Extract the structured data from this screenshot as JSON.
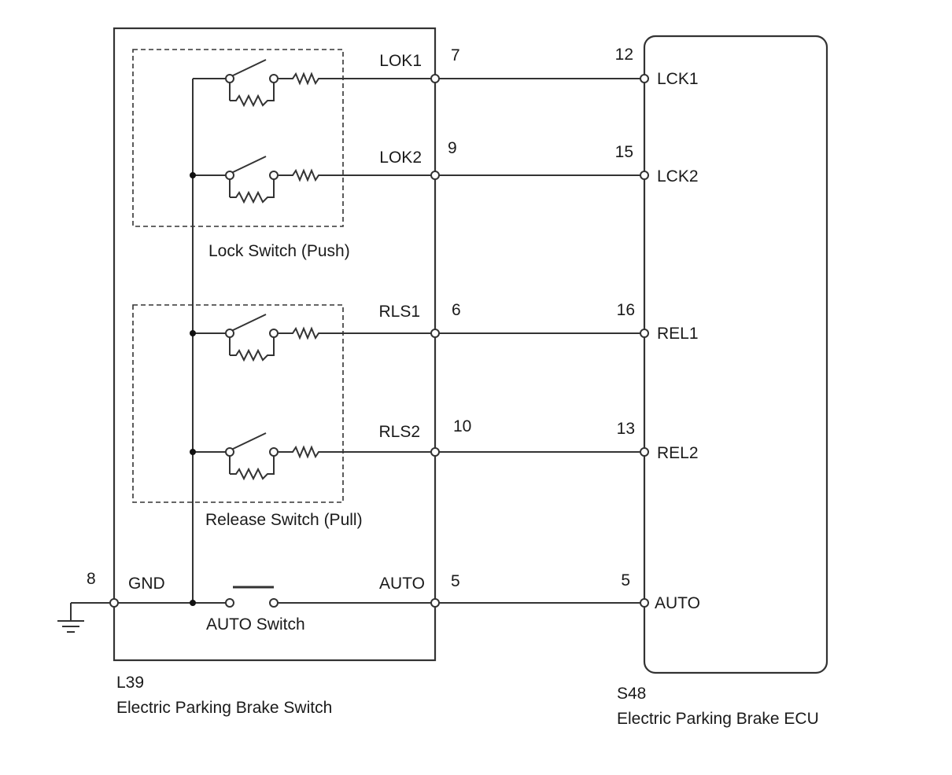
{
  "switch_component": {
    "code": "L39",
    "name": "Electric Parking Brake Switch",
    "groups": {
      "lock": "Lock Switch (Push)",
      "release": "Release Switch (Pull)",
      "auto": "AUTO Switch"
    },
    "pins": [
      {
        "label": "LOK1",
        "number": "7"
      },
      {
        "label": "LOK2",
        "number": "9"
      },
      {
        "label": "RLS1",
        "number": "6"
      },
      {
        "label": "RLS2",
        "number": "10"
      },
      {
        "label": "AUTO",
        "number": "5"
      }
    ],
    "ground": {
      "label": "GND",
      "number": "8"
    }
  },
  "ecu_component": {
    "code": "S48",
    "name": "Electric Parking Brake ECU",
    "pins": [
      {
        "label": "LCK1",
        "number": "12"
      },
      {
        "label": "LCK2",
        "number": "15"
      },
      {
        "label": "REL1",
        "number": "16"
      },
      {
        "label": "REL2",
        "number": "13"
      },
      {
        "label": "AUTO",
        "number": "5"
      }
    ]
  }
}
